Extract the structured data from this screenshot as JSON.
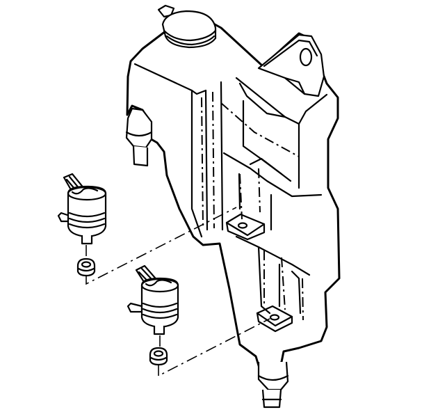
{
  "diagram": {
    "parts": [
      "washer-fluid-reservoir",
      "reservoir-cap",
      "mounting-bracket",
      "washer-pump-upper",
      "washer-pump-lower",
      "pump-grommet-upper",
      "pump-grommet-lower"
    ],
    "line_color": "#000000",
    "background_color": "#ffffff"
  }
}
